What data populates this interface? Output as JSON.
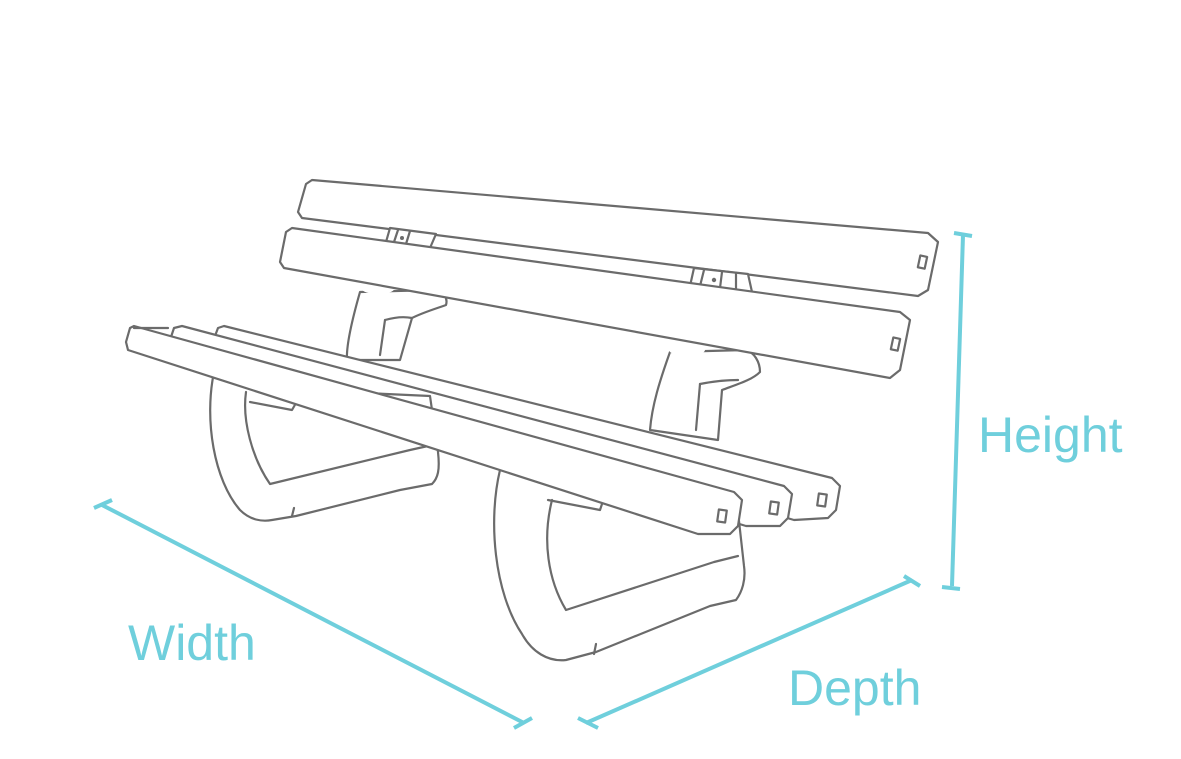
{
  "colors": {
    "dimension": "#6fcfdc",
    "outline": "#6b6b6b"
  },
  "labels": {
    "width": "Width",
    "depth": "Depth",
    "height": "Height"
  }
}
